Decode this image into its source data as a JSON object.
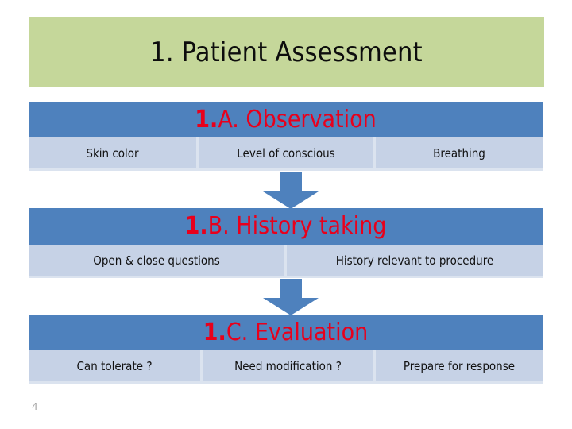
{
  "slide": {
    "title": "1. Patient Assessment",
    "page_number": "4",
    "colors": {
      "title_banner_bg": "#c5d79a",
      "title_text": "#0d0d0d",
      "section_header_bg": "#4e81bd",
      "section_title_text": "#e8001c",
      "subcell_bg": "#c6d2e6",
      "subrow_bg": "#dbe3ef",
      "arrow_fill": "#4e81bd",
      "page_number_color": "#a6a6a6",
      "background": "#ffffff"
    }
  },
  "sections": [
    {
      "id": "a",
      "number": "1.",
      "title_rest": "A. Observation",
      "title_full": "1.A. Observation",
      "items": [
        {
          "label": "Skin color"
        },
        {
          "label": "Level of conscious"
        },
        {
          "label": "Breathing"
        }
      ]
    },
    {
      "id": "b",
      "number": "1.",
      "title_rest": "B. History taking",
      "title_full": "1.B. History taking",
      "items": [
        {
          "label": "Open & close questions"
        },
        {
          "label": "History relevant to procedure"
        }
      ]
    },
    {
      "id": "c",
      "number": "1.",
      "title_rest": "C. Evaluation",
      "title_full": "1.C. Evaluation",
      "items": [
        {
          "label": "Can tolerate ?"
        },
        {
          "label": "Need modification ?"
        },
        {
          "label": "Prepare for response"
        }
      ]
    }
  ],
  "connectors": [
    {
      "icon": "arrow-down-icon",
      "from": "a",
      "to": "b"
    },
    {
      "icon": "arrow-down-icon",
      "from": "b",
      "to": "c"
    }
  ]
}
